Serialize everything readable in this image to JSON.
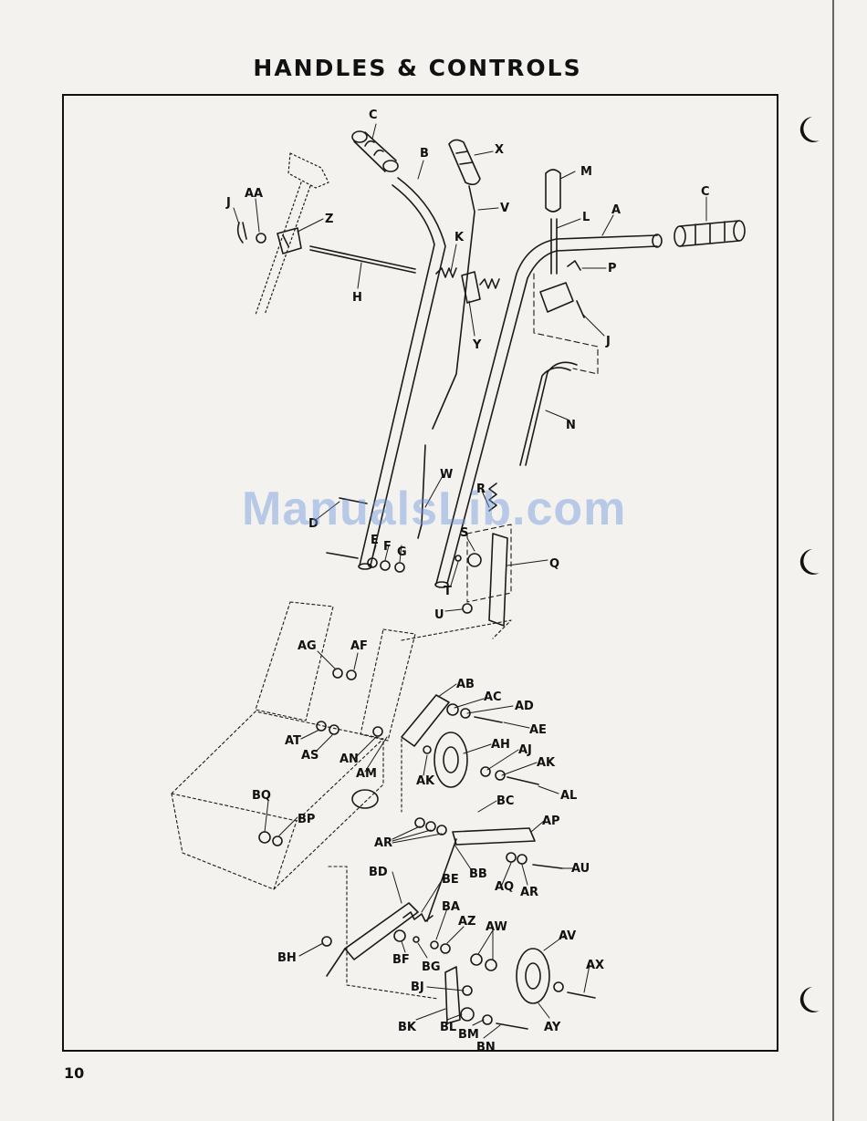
{
  "page": {
    "title": "HANDLES & CONTROLS",
    "page_number": "10",
    "watermark": "ManualsLib.com"
  },
  "labels": {
    "C_top": "C",
    "B": "B",
    "X": "X",
    "M": "M",
    "C_right": "C",
    "J_left": "J",
    "AA": "AA",
    "Z": "Z",
    "V": "V",
    "L": "L",
    "A": "A",
    "K": "K",
    "P": "P",
    "H": "H",
    "Y": "Y",
    "J_right": "J",
    "N": "N",
    "W": "W",
    "R": "R",
    "D": "D",
    "E": "E",
    "F": "F",
    "G": "G",
    "S": "S",
    "Q": "Q",
    "T": "T",
    "U": "U",
    "AG": "AG",
    "AF": "AF",
    "AB": "AB",
    "AC": "AC",
    "AD": "AD",
    "AE": "AE",
    "AH": "AH",
    "AJ": "AJ",
    "AK_right": "AK",
    "AT": "AT",
    "AS": "AS",
    "AN": "AN",
    "AM": "AM",
    "AK_left": "AK",
    "AL": "AL",
    "BQ": "BQ",
    "BC": "BC",
    "BP": "BP",
    "AP": "AP",
    "AR_left": "AR",
    "BD": "BD",
    "BE": "BE",
    "BB": "BB",
    "AU": "AU",
    "AQ": "AQ",
    "AR_right": "AR",
    "BA": "BA",
    "AZ": "AZ",
    "AW": "AW",
    "AV": "AV",
    "BH": "BH",
    "BF": "BF",
    "BG": "BG",
    "AX": "AX",
    "BJ": "BJ",
    "BK": "BK",
    "BL": "BL",
    "BM": "BM",
    "BN": "BN",
    "AY": "AY"
  }
}
